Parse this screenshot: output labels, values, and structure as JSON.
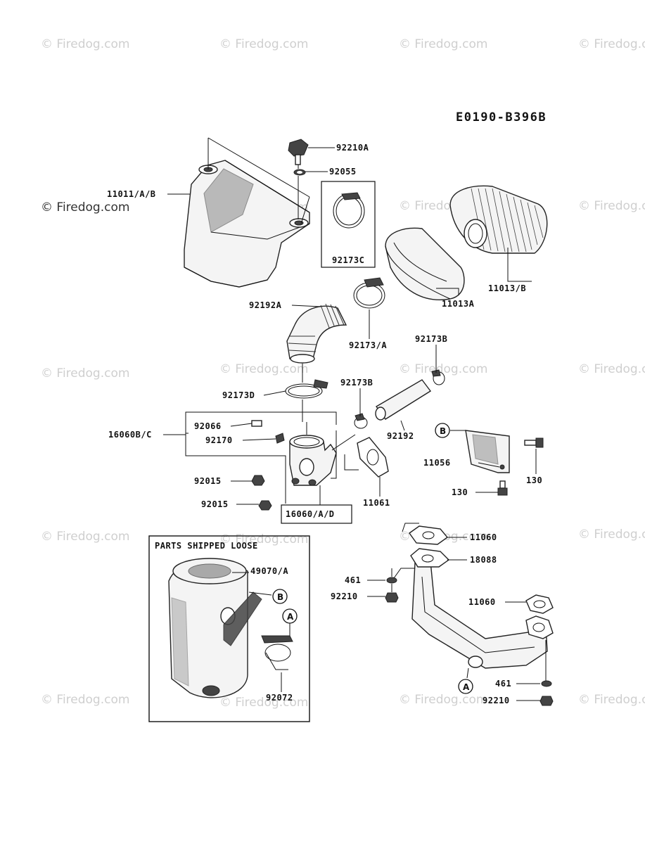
{
  "watermark": "© Firedog.com",
  "diagram_code": "E0190-B396B",
  "box_title": "PARTS SHIPPED LOOSE",
  "labels": {
    "p92210A": "92210A",
    "p92055": "92055",
    "p11011": "11011/A/B",
    "p92173C": "92173C",
    "p11013B": "11013/B",
    "p11013A": "11013A",
    "p92192A": "92192A",
    "p92173A": "92173/A",
    "p92173B_top": "92173B",
    "p92173D": "92173D",
    "p92173B_mid": "92173B",
    "p92192": "92192",
    "p16060BC": "16060B/C",
    "p92066": "92066",
    "p92170": "92170",
    "p92015a": "92015",
    "p92015b": "92015",
    "p16060AD": "16060/A/D",
    "p11061": "11061",
    "p11056": "11056",
    "p130a": "130",
    "p130b": "130",
    "p11060a": "11060",
    "p18088": "18088",
    "p461a": "461",
    "p92210a": "92210",
    "p11060b": "11060",
    "p461b": "461",
    "p92210b": "92210",
    "p49070A": "49070/A",
    "p92072": "92072"
  },
  "callouts": {
    "B": "B",
    "A": "A"
  }
}
